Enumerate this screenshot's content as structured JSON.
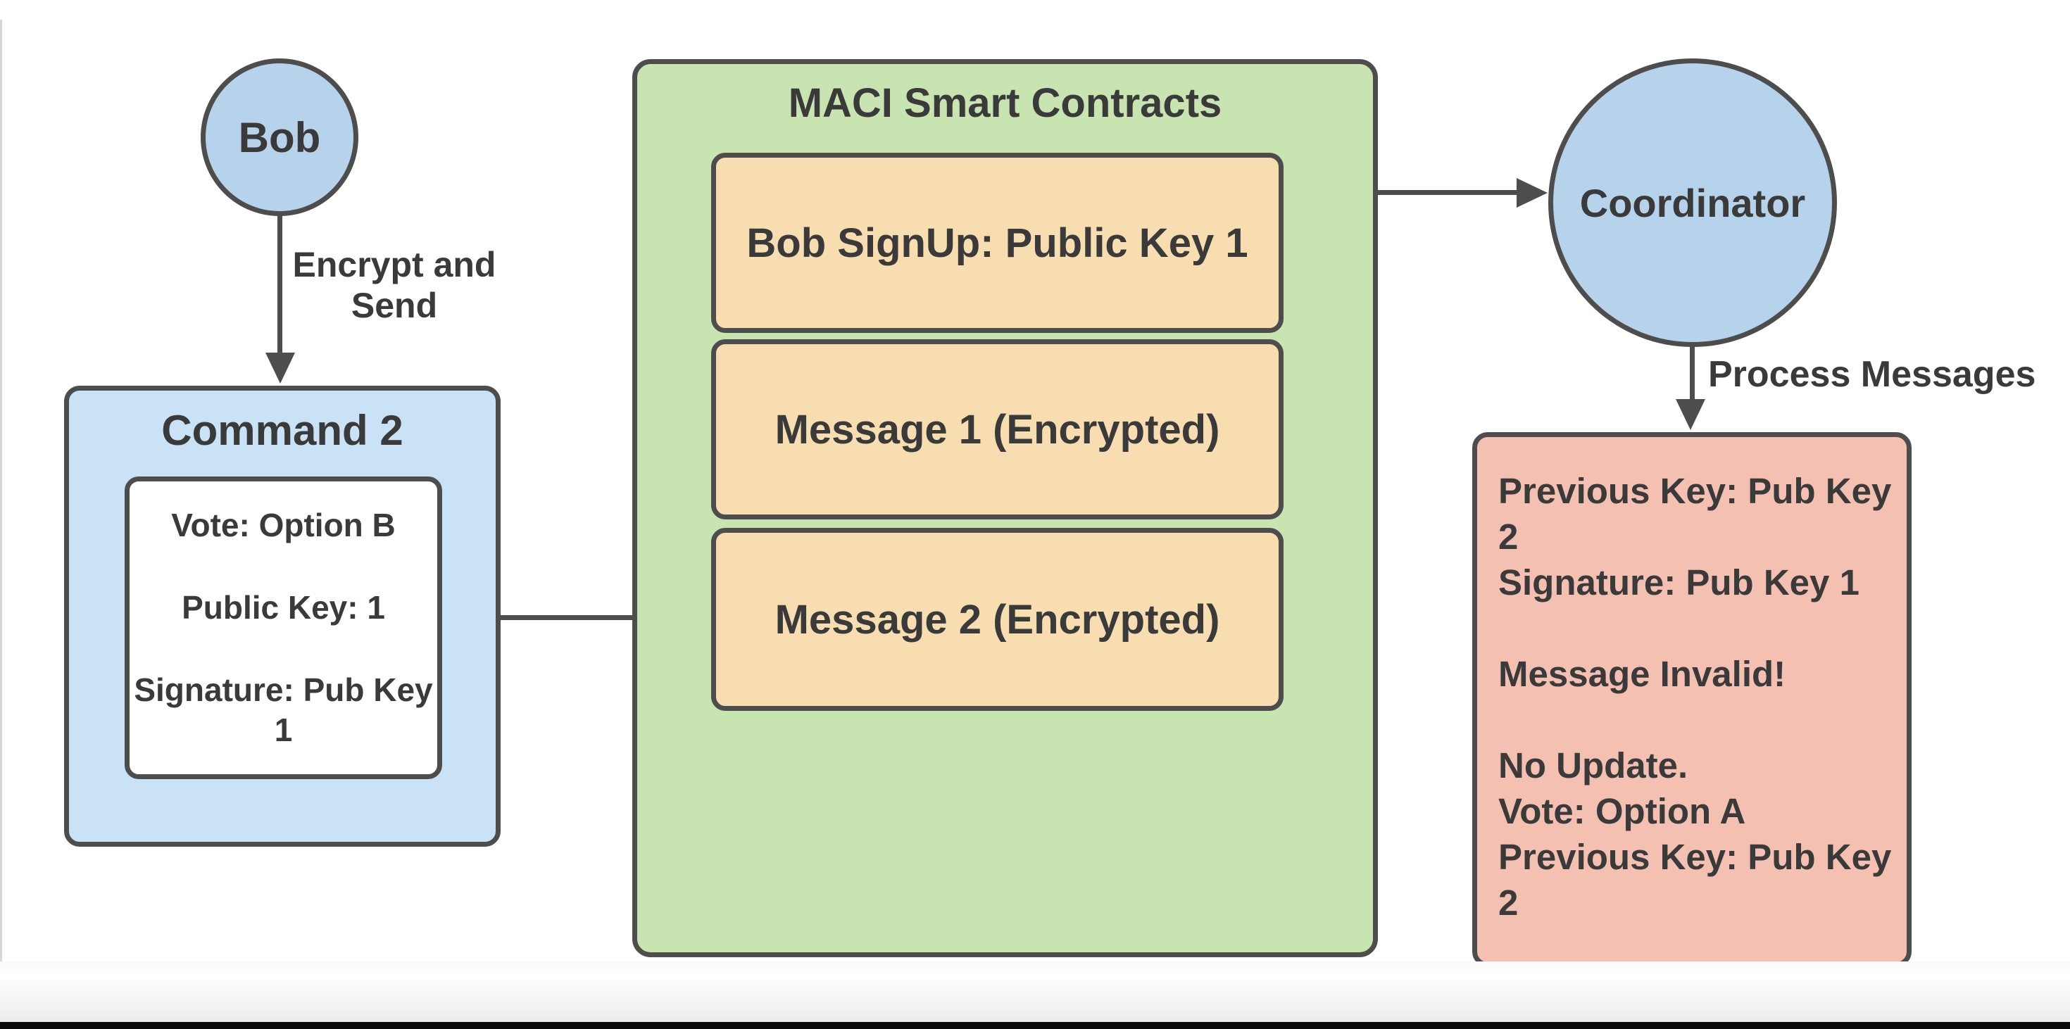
{
  "diagram": {
    "bob": {
      "label": "Bob"
    },
    "edges": {
      "encrypt_send_label": "Encrypt and Send",
      "process_messages_label": "Process Messages"
    },
    "command2": {
      "title": "Command 2",
      "fields": [
        "Vote: Option B",
        "Public Key: 1",
        "Signature: Pub Key 1"
      ]
    },
    "maci": {
      "title": "MACI Smart Contracts",
      "entries": [
        "Bob SignUp: Public Key 1",
        "Message 1 (Encrypted)",
        "Message 2 (Encrypted)"
      ]
    },
    "coordinator": {
      "label": "Coordinator"
    },
    "result": {
      "lines": [
        "Previous Key: Pub Key 2",
        "Signature: Pub Key 1",
        "",
        "Message Invalid!",
        "",
        "No Update.",
        "Vote: Option A",
        "Previous Key: Pub Key 2"
      ]
    },
    "colors": {
      "node_blue": "#B7D3EC",
      "command_blue": "#C9E2F5",
      "container_green": "#C8E4B1",
      "entry_orange": "#F8DDB0",
      "result_red": "#F4C0B2",
      "stroke_gray": "#4D4D4D",
      "text_gray": "#3A3A3A"
    }
  }
}
